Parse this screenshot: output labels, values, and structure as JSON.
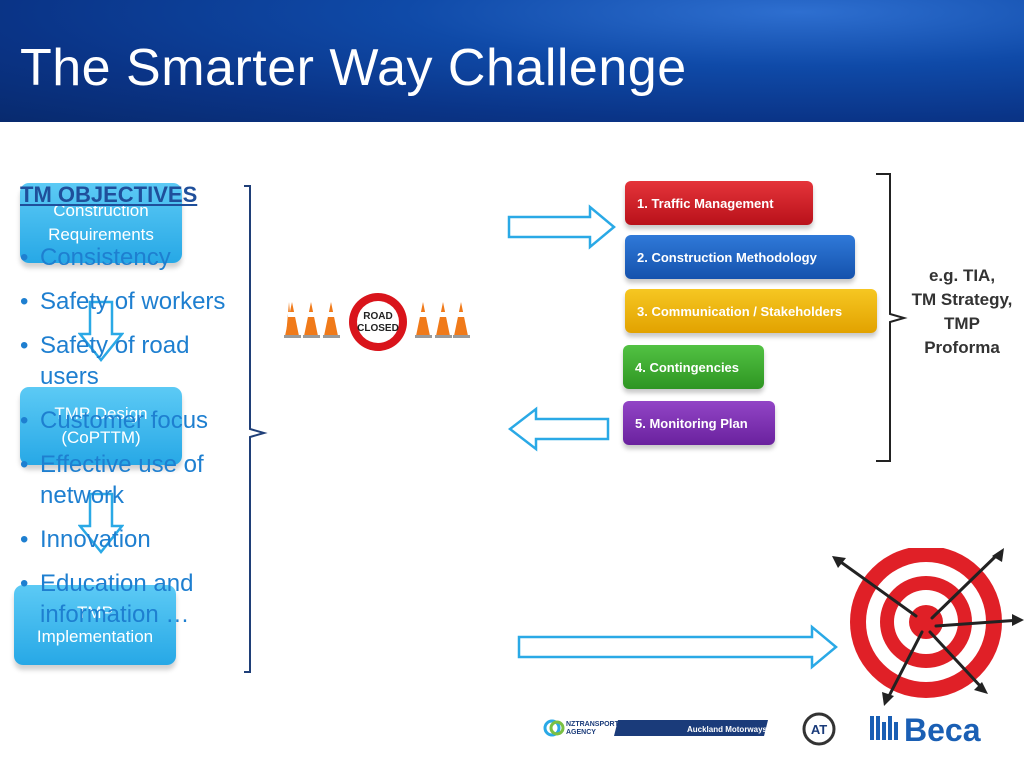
{
  "header": {
    "title": "The Smarter Way Challenge"
  },
  "flow": {
    "box1": {
      "line1": "Construction",
      "line2": "Requirements"
    },
    "box2": {
      "line1": "TMP Design",
      "line2": "(CoPTTM)"
    },
    "box3": {
      "line1": "TMP",
      "line2": "Implementation"
    }
  },
  "objectives": {
    "title": "TM OBJECTIVES",
    "items": [
      "Consistency",
      "Safety of workers",
      "Safety of road users",
      "Customer focus",
      "Effective use of network",
      "Innovation",
      "Education and information …"
    ]
  },
  "sign": {
    "line1": "ROAD",
    "line2": "CLOSED"
  },
  "tmp_items": [
    {
      "label": "1. Traffic Management",
      "color": "#d1141b"
    },
    {
      "label": "2. Construction Methodology",
      "color": "#1b63c7"
    },
    {
      "label": "3. Communication / Stakeholders",
      "color": "#f0b400"
    },
    {
      "label": "4. Contingencies",
      "color": "#3ba930"
    },
    {
      "label": "5. Monitoring Plan",
      "color": "#7a2fb0"
    }
  ],
  "examples": {
    "line1": "e.g. TIA,",
    "line2": "TM Strategy,",
    "line3": "TMP",
    "line4": "Proforma"
  },
  "logos": {
    "nzta": {
      "line1": "NZTRANSPORT",
      "line2": "AGENCY"
    },
    "auckland_motorways": "Auckland Motorways",
    "at": "AT",
    "beca": "Beca"
  }
}
